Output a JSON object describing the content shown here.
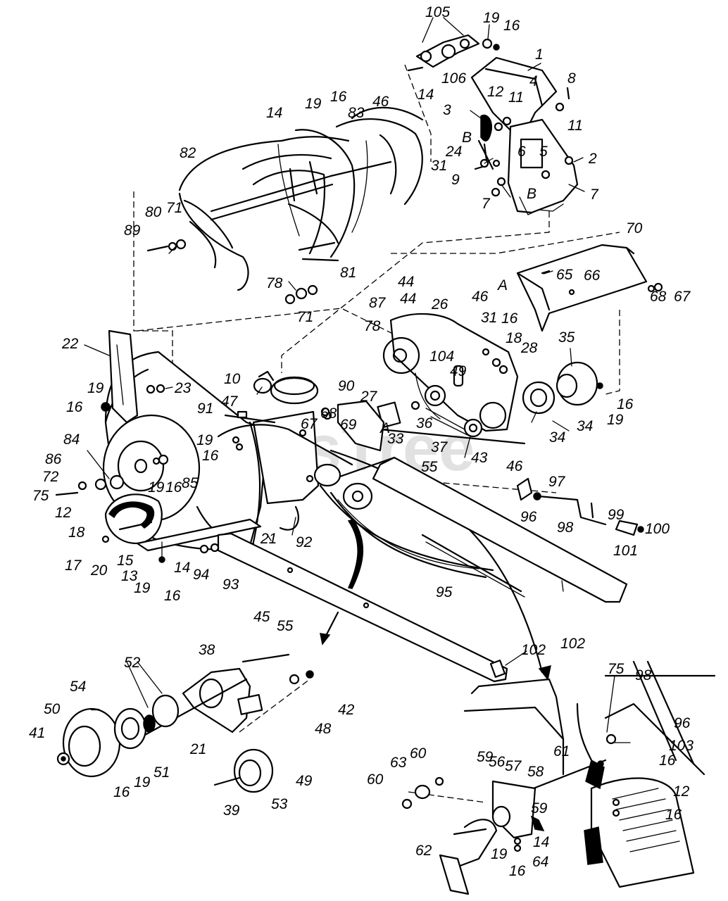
{
  "watermark": "PartsTree",
  "callouts": [
    {
      "id": "c105",
      "text": "105"
    },
    {
      "id": "c19a",
      "text": "19"
    },
    {
      "id": "c16a",
      "text": "16"
    },
    {
      "id": "c1",
      "text": "1"
    },
    {
      "id": "c106",
      "text": "106"
    },
    {
      "id": "c14a",
      "text": "14"
    },
    {
      "id": "c8",
      "text": "8"
    },
    {
      "id": "c4",
      "text": "4"
    },
    {
      "id": "c12a",
      "text": "12"
    },
    {
      "id": "c11a",
      "text": "11"
    },
    {
      "id": "c3",
      "text": "3"
    },
    {
      "id": "c11b",
      "text": "11"
    },
    {
      "id": "cB1",
      "text": "B"
    },
    {
      "id": "c24",
      "text": "24"
    },
    {
      "id": "c6",
      "text": "6"
    },
    {
      "id": "c5",
      "text": "5"
    },
    {
      "id": "c31a",
      "text": "31"
    },
    {
      "id": "c2",
      "text": "2"
    },
    {
      "id": "c9",
      "text": "9"
    },
    {
      "id": "cB2",
      "text": "B"
    },
    {
      "id": "c7a",
      "text": "7"
    },
    {
      "id": "c7b",
      "text": "7"
    },
    {
      "id": "c14b",
      "text": "14"
    },
    {
      "id": "c19b",
      "text": "19"
    },
    {
      "id": "c16b",
      "text": "16"
    },
    {
      "id": "c83",
      "text": "83"
    },
    {
      "id": "c46a",
      "text": "46"
    },
    {
      "id": "c82",
      "text": "82"
    },
    {
      "id": "c80",
      "text": "80"
    },
    {
      "id": "c71a",
      "text": "71"
    },
    {
      "id": "c89",
      "text": "89"
    },
    {
      "id": "c81",
      "text": "81"
    },
    {
      "id": "c44a",
      "text": "44"
    },
    {
      "id": "c70",
      "text": "70"
    },
    {
      "id": "cA1",
      "text": "A"
    },
    {
      "id": "c65",
      "text": "65"
    },
    {
      "id": "c66",
      "text": "66"
    },
    {
      "id": "c78a",
      "text": "78"
    },
    {
      "id": "c71b",
      "text": "71"
    },
    {
      "id": "c87",
      "text": "87"
    },
    {
      "id": "c44b",
      "text": "44"
    },
    {
      "id": "c26",
      "text": "26"
    },
    {
      "id": "c46b",
      "text": "46"
    },
    {
      "id": "c68a",
      "text": "68"
    },
    {
      "id": "c67a",
      "text": "67"
    },
    {
      "id": "c22",
      "text": "22"
    },
    {
      "id": "c78b",
      "text": "78"
    },
    {
      "id": "c31b",
      "text": "31"
    },
    {
      "id": "c16c",
      "text": "16"
    },
    {
      "id": "c18a",
      "text": "18"
    },
    {
      "id": "c28",
      "text": "28"
    },
    {
      "id": "c35",
      "text": "35"
    },
    {
      "id": "c104",
      "text": "104"
    },
    {
      "id": "c49a",
      "text": "49"
    },
    {
      "id": "c19c",
      "text": "19"
    },
    {
      "id": "c23",
      "text": "23"
    },
    {
      "id": "c10",
      "text": "10"
    },
    {
      "id": "c90",
      "text": "90"
    },
    {
      "id": "c16d",
      "text": "16"
    },
    {
      "id": "c27",
      "text": "27"
    },
    {
      "id": "c47",
      "text": "47"
    },
    {
      "id": "c91",
      "text": "91"
    },
    {
      "id": "c67b",
      "text": "67"
    },
    {
      "id": "c68b",
      "text": "68"
    },
    {
      "id": "c69",
      "text": "69"
    },
    {
      "id": "cA2",
      "text": "A"
    },
    {
      "id": "c36",
      "text": "36"
    },
    {
      "id": "c34",
      "text": "34"
    },
    {
      "id": "c16e",
      "text": "16"
    },
    {
      "id": "c19d",
      "text": "19"
    },
    {
      "id": "c84",
      "text": "84"
    },
    {
      "id": "c19e",
      "text": "19"
    },
    {
      "id": "c33",
      "text": "33"
    },
    {
      "id": "c37",
      "text": "37"
    },
    {
      "id": "c43",
      "text": "43"
    },
    {
      "id": "c34b",
      "text": "34"
    },
    {
      "id": "c16f",
      "text": "16"
    },
    {
      "id": "c86",
      "text": "86"
    },
    {
      "id": "c55a",
      "text": "55"
    },
    {
      "id": "c46c",
      "text": "46"
    },
    {
      "id": "c72",
      "text": "72"
    },
    {
      "id": "c19f",
      "text": "19"
    },
    {
      "id": "c16g",
      "text": "16"
    },
    {
      "id": "c85",
      "text": "85"
    },
    {
      "id": "c75a",
      "text": "75"
    },
    {
      "id": "c97",
      "text": "97"
    },
    {
      "id": "c12b",
      "text": "12"
    },
    {
      "id": "c96a",
      "text": "96"
    },
    {
      "id": "c99",
      "text": "99"
    },
    {
      "id": "c18b",
      "text": "18"
    },
    {
      "id": "c98a",
      "text": "98"
    },
    {
      "id": "c100",
      "text": "100"
    },
    {
      "id": "c92",
      "text": "92"
    },
    {
      "id": "c21a",
      "text": "21"
    },
    {
      "id": "c101",
      "text": "101"
    },
    {
      "id": "c17",
      "text": "17"
    },
    {
      "id": "c15",
      "text": "15"
    },
    {
      "id": "c20",
      "text": "20"
    },
    {
      "id": "c13",
      "text": "13"
    },
    {
      "id": "c14c",
      "text": "14"
    },
    {
      "id": "c94",
      "text": "94"
    },
    {
      "id": "c93",
      "text": "93"
    },
    {
      "id": "c19g",
      "text": "19"
    },
    {
      "id": "c16h",
      "text": "16"
    },
    {
      "id": "c95",
      "text": "95"
    },
    {
      "id": "c102a",
      "text": "102"
    },
    {
      "id": "c45",
      "text": "45"
    },
    {
      "id": "c55b",
      "text": "55"
    },
    {
      "id": "c102b",
      "text": "102"
    },
    {
      "id": "c38",
      "text": "38"
    },
    {
      "id": "c52",
      "text": "52"
    },
    {
      "id": "c54",
      "text": "54"
    },
    {
      "id": "c50",
      "text": "50"
    },
    {
      "id": "c42",
      "text": "42"
    },
    {
      "id": "c48",
      "text": "48"
    },
    {
      "id": "c21b",
      "text": "21"
    },
    {
      "id": "c41",
      "text": "41"
    },
    {
      "id": "c51",
      "text": "51"
    },
    {
      "id": "c16i",
      "text": "16"
    },
    {
      "id": "c19h",
      "text": "19"
    },
    {
      "id": "c49b",
      "text": "49"
    },
    {
      "id": "c39",
      "text": "39"
    },
    {
      "id": "c53",
      "text": "53"
    },
    {
      "id": "c75b",
      "text": "75"
    },
    {
      "id": "c98b",
      "text": "98"
    },
    {
      "id": "c96b",
      "text": "96"
    },
    {
      "id": "c61",
      "text": "61"
    },
    {
      "id": "c103",
      "text": "103"
    },
    {
      "id": "c60a",
      "text": "60"
    },
    {
      "id": "c63",
      "text": "63"
    },
    {
      "id": "c59a",
      "text": "59"
    },
    {
      "id": "c56",
      "text": "56"
    },
    {
      "id": "c57",
      "text": "57"
    },
    {
      "id": "c58",
      "text": "58"
    },
    {
      "id": "c16j",
      "text": "16"
    },
    {
      "id": "c60b",
      "text": "60"
    },
    {
      "id": "c12c",
      "text": "12"
    },
    {
      "id": "c59b",
      "text": "59"
    },
    {
      "id": "c16k",
      "text": "16"
    },
    {
      "id": "c14d",
      "text": "14"
    },
    {
      "id": "c62",
      "text": "62"
    },
    {
      "id": "c19i",
      "text": "19"
    },
    {
      "id": "c64",
      "text": "64"
    },
    {
      "id": "c16l",
      "text": "16"
    }
  ]
}
